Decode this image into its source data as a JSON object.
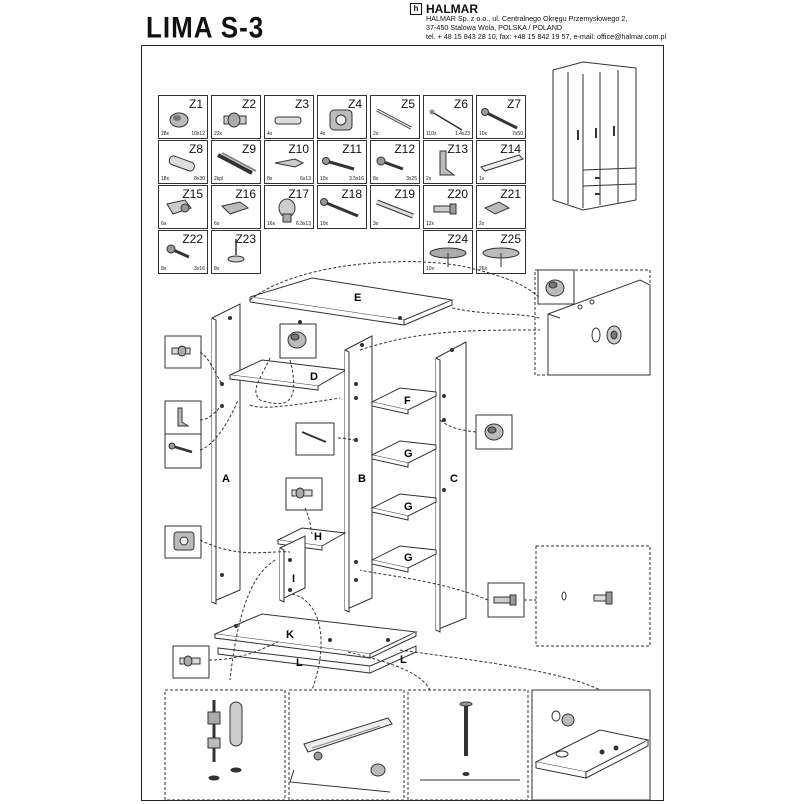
{
  "header": {
    "title": "LIMA S-3",
    "brand": "HALMAR",
    "brand_mark": "h",
    "address_lines": [
      "HALMAR Sp. z o.o., ul. Centralnego Okręgu Przemysłowego 2,",
      "37-450 Stalowa Wola, POLSKA / POLAND",
      "tel. + 48 15 843 28 10, fax: +48 15 842 19 57, e-mail: office@halmar.com.pl"
    ]
  },
  "parts": [
    {
      "label": "Z1",
      "qty": "28x",
      "size": "10x12"
    },
    {
      "label": "Z2",
      "qty": "22x",
      "size": ""
    },
    {
      "label": "Z3",
      "qty": "4x",
      "size": ""
    },
    {
      "label": "Z4",
      "qty": "4x",
      "size": ""
    },
    {
      "label": "Z5",
      "qty": "2x",
      "size": ""
    },
    {
      "label": "Z6",
      "qty": "110x",
      "size": "1.4x23"
    },
    {
      "label": "Z7",
      "qty": "10x",
      "size": "7x50"
    },
    {
      "label": "Z8",
      "qty": "18x",
      "size": "8x30"
    },
    {
      "label": "Z9",
      "qty": "2kpl",
      "size": ""
    },
    {
      "label": "Z10",
      "qty": "8x",
      "size": "6x13"
    },
    {
      "label": "Z11",
      "qty": "10x",
      "size": "3.5x16"
    },
    {
      "label": "Z12",
      "qty": "8x",
      "size": "3x25"
    },
    {
      "label": "Z13",
      "qty": "2x",
      "size": ""
    },
    {
      "label": "Z14",
      "qty": "1x",
      "size": ""
    },
    {
      "label": "Z15",
      "qty": "6x",
      "size": ""
    },
    {
      "label": "Z16",
      "qty": "6x",
      "size": ""
    },
    {
      "label": "Z17",
      "qty": "16x",
      "size": "6.3x13"
    },
    {
      "label": "Z18",
      "qty": "10x",
      "size": ""
    },
    {
      "label": "Z19",
      "qty": "3x",
      "size": ""
    },
    {
      "label": "Z20",
      "qty": "12x",
      "size": ""
    },
    {
      "label": "Z21",
      "qty": "2x",
      "size": ""
    },
    {
      "label": "Z22",
      "qty": "8x",
      "size": "3x16"
    },
    {
      "label": "Z23",
      "qty": "8x",
      "size": ""
    },
    {
      "label": "Z24",
      "qty": "10x",
      "size": ""
    },
    {
      "label": "Z25",
      "qty": "26x",
      "size": ""
    }
  ],
  "panel_labels": {
    "top": "E",
    "shelf_top": "D",
    "side_left": "A",
    "divider": "B",
    "side_right": "C",
    "shelf_f": "F",
    "shelf_g1": "G",
    "shelf_g2": "G",
    "shelf_g3": "G",
    "drawer_h": "H",
    "drawer_i": "I",
    "bottom": "K",
    "plinth_front": "L",
    "plinth_side": "L"
  }
}
